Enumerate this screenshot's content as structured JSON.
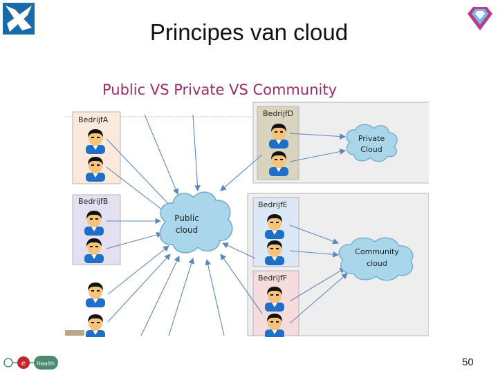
{
  "slide": {
    "title": "Principes van cloud",
    "page_number": "50"
  },
  "diagram": {
    "heading": "Public VS Private VS Community",
    "companies": [
      {
        "id": "a",
        "label": "BedrijfA"
      },
      {
        "id": "b",
        "label": "BedrijfB"
      },
      {
        "id": "d",
        "label": "BedrijfD"
      },
      {
        "id": "e",
        "label": "BedrijfE"
      },
      {
        "id": "f",
        "label": "BedrijfF"
      }
    ],
    "clouds": {
      "public": {
        "line1": "Public",
        "line2": "cloud"
      },
      "private": {
        "line1": "Private",
        "line2": "Cloud"
      },
      "community": {
        "line1": "Community",
        "line2": "cloud"
      }
    },
    "colors": {
      "heading": "#9b2c6b",
      "cloud_fill": "#a9d6ea",
      "cloud_stroke": "#6fa9c8",
      "arrow": "#5b87c0",
      "company_a": "#fbe9dc",
      "company_b": "#e4e0f0",
      "company_d": "#d8d4bf",
      "company_e": "#dce8f6",
      "company_f": "#f6dcdc",
      "group_private": "#eeeeee",
      "group_community": "#eeeeee",
      "person_shirt": "#1f6fc9",
      "person_hair": "#111111",
      "person_face": "#f6c37a"
    }
  },
  "branding": {
    "ehealth_label": "Health",
    "ehealth_letter": "e"
  }
}
